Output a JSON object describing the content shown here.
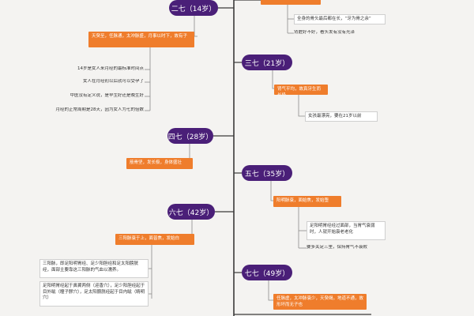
{
  "stages": {
    "s14": "二七（14岁）",
    "s21": "三七（21岁）",
    "s28": "四七（28岁）",
    "s35": "五七（35岁）",
    "s42": "六七（42岁）",
    "s49": "七七（49岁）"
  },
  "boxes": {
    "b14": "天癸至，任脉通，太冲脉盛，月事以时下，故有子",
    "b21": "肾气平均，故真牙生而长极",
    "b28": "筋骨坚，发长极，身体盛壮",
    "b35": "阳明脉衰，面始焦，发始堕",
    "b42": "三阳脉衰于上，面皆焦，发始白",
    "b49": "任脉虚，太冲脉衰少，天癸竭，地道不通，故形坏而无子也"
  },
  "notes": {
    "top1": "全身的骨头最后都在长，“牙为骨之余”",
    "top2": "肾脏好不好，看头发有没有光泽",
    "n14a": "14岁是女人来月经的最标准时间点",
    "n14b": "女人在月经初以后就可以受孕了",
    "n14c": "中医没有定义说，是早生好还是晚生好",
    "n14d": "月经的正常周期是28天，因为女人为七的倍数",
    "n21": "女孩最漂亮，要在21岁以前",
    "n35a": "足阳明胃经经过面部，当胃气衰弱时，人就开始衰老老化",
    "n35b": "要多关足三里，保持胃气不衰败",
    "n42a": "三阳脉，即足阳明胃经、足少阳胆经和足太阳膀胱经，面部主要靠这三阳脉的气血以濡养。",
    "n42b": "足阳明胃经起于鼻翼两侧（迎香穴），足少阳胆经起于目外眦（瞳子髎穴），足太阳膀胱经起于目内眦（睛明穴）"
  },
  "colors": {
    "pill": "#4a1f78",
    "box": "#ef7d2c",
    "line": "#3a3a3a",
    "connector": "#8a8a8a"
  }
}
